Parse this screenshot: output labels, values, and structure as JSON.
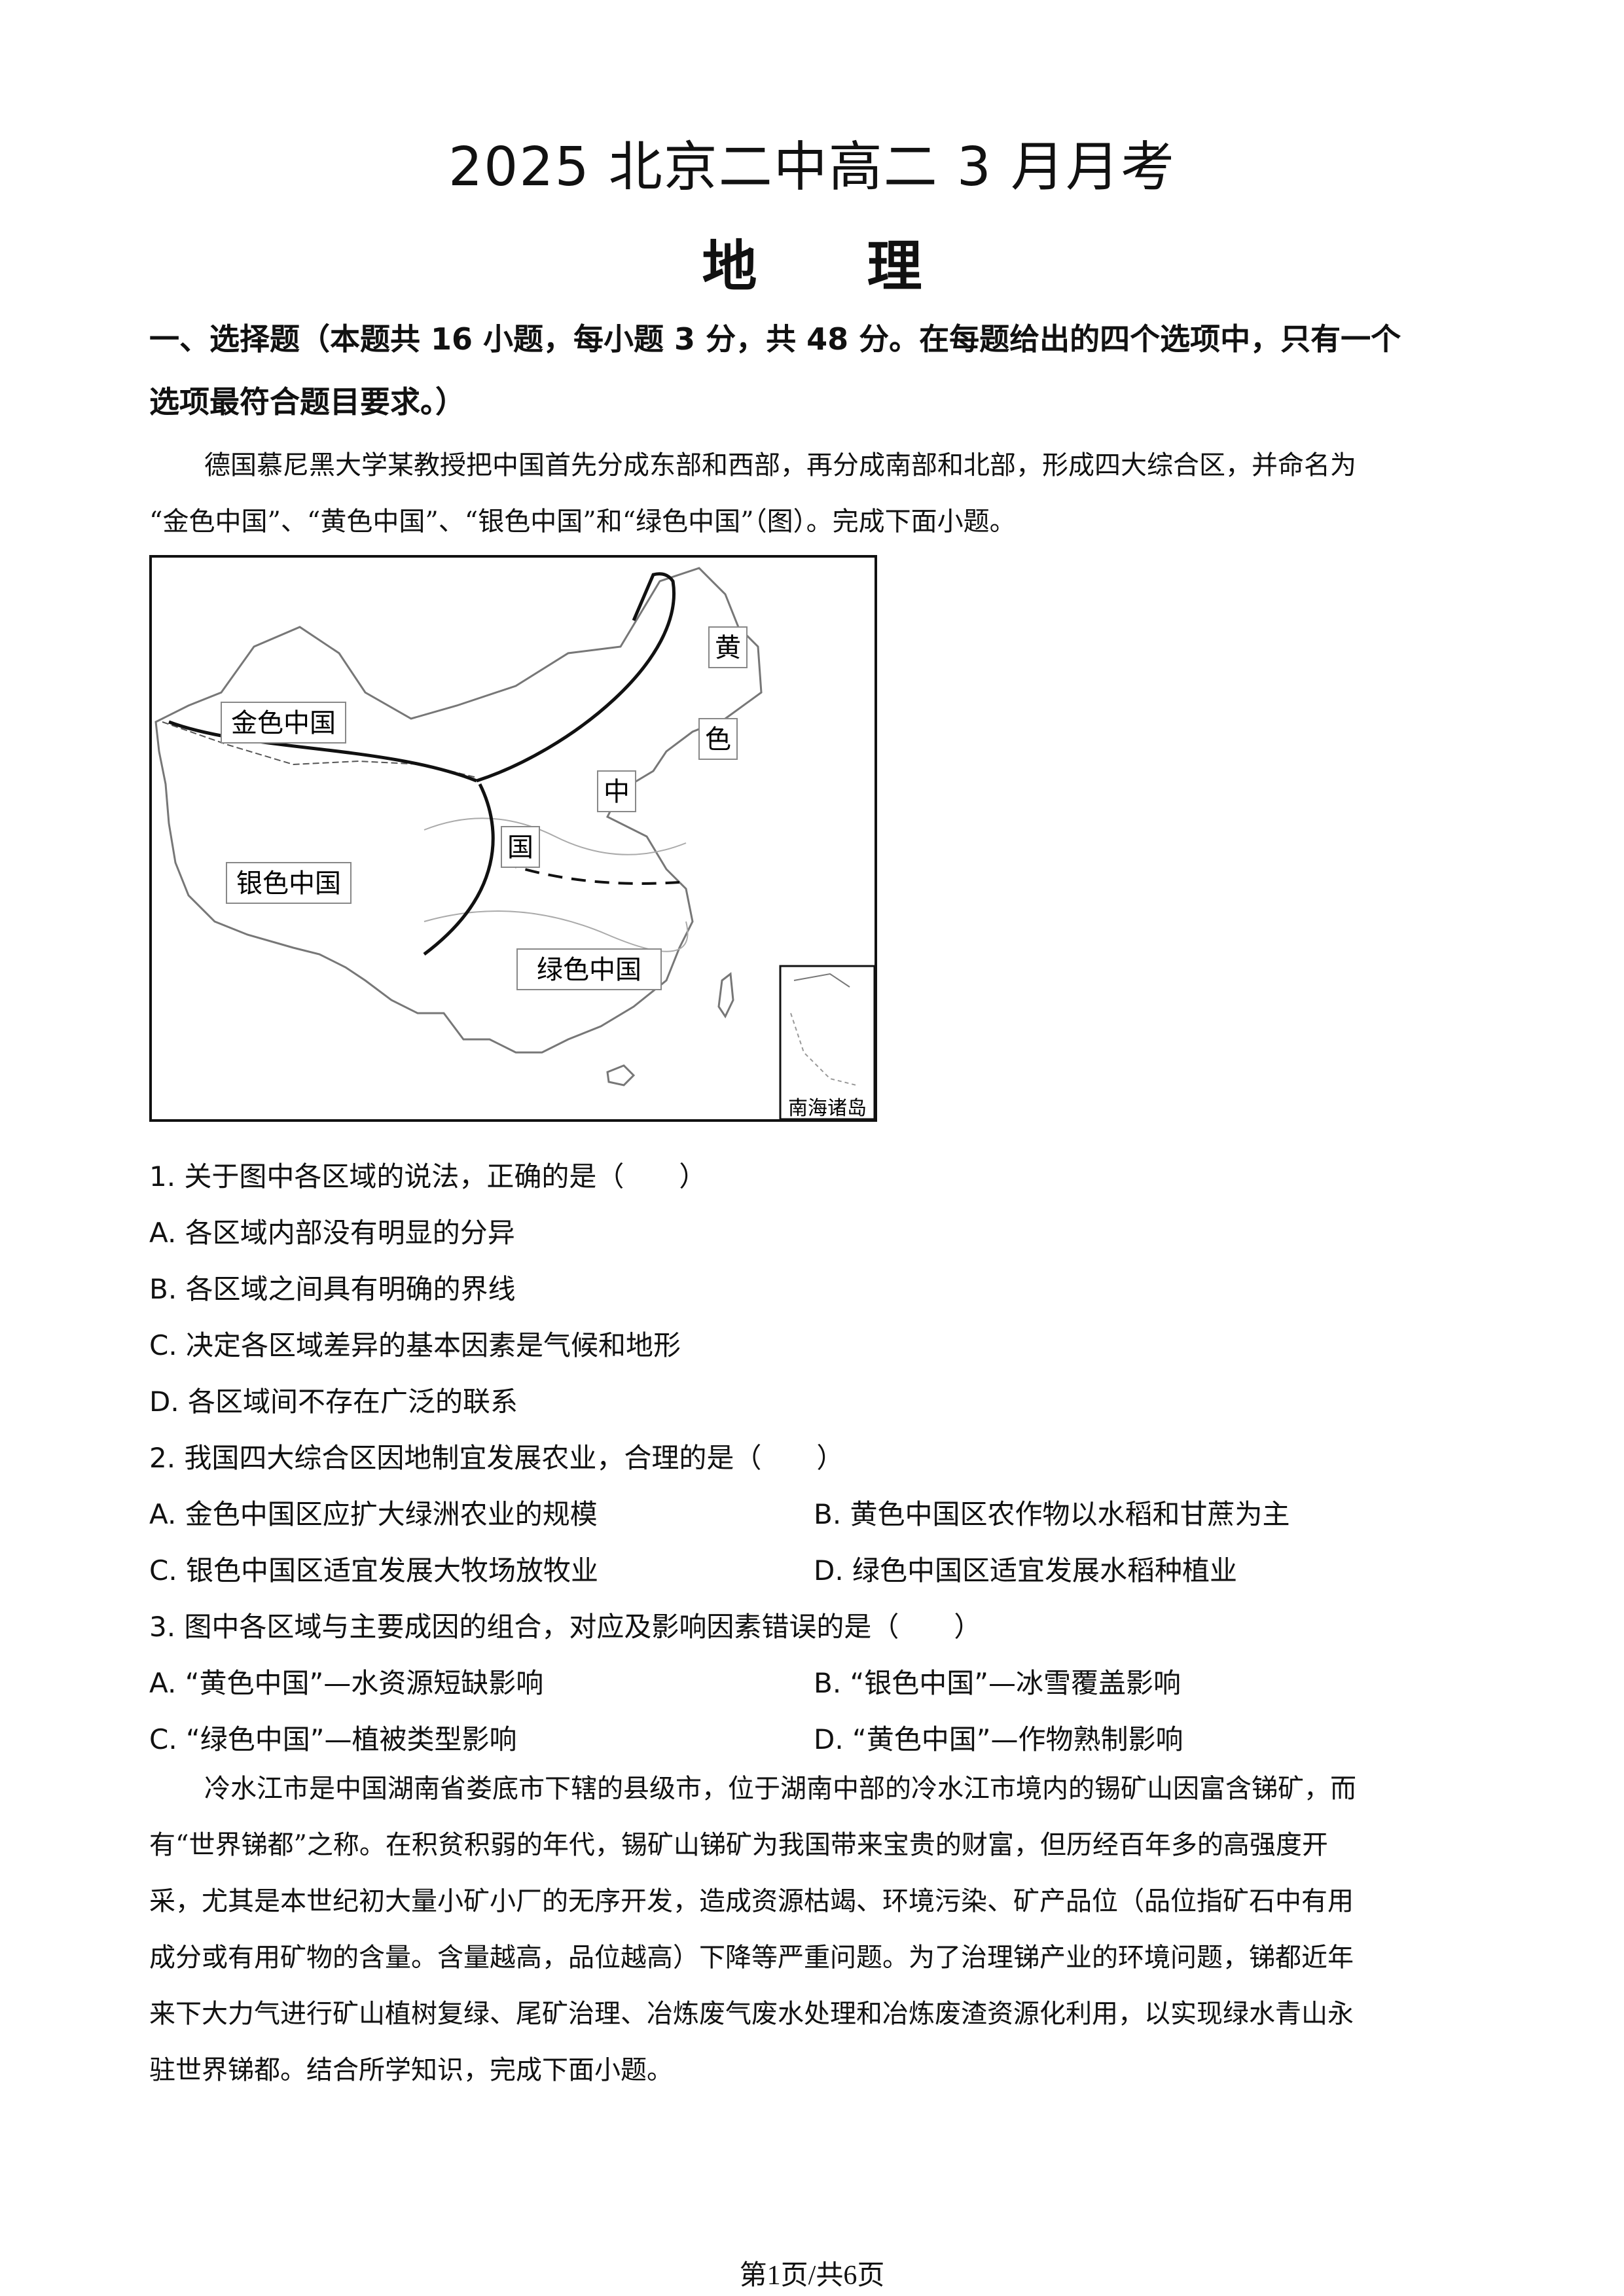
{
  "header": {
    "title": "2025 北京二中高二 3 月月考",
    "subject": "地　　理"
  },
  "section1": {
    "heading_line1": "一、选择题（本题共 16 小题，每小题 3 分，共 48 分。在每题给出的四个选项中，只有一个",
    "heading_line2": "选项最符合题目要求。）"
  },
  "intro1": {
    "line1": "德国慕尼黑大学某教授把中国首先分成东部和西部，再分成南部和北部，形成四大综合区，并命名为",
    "line2": "“金色中国”、“黄色中国”、“银色中国”和“绿色中国”（图）。完成下面小题。"
  },
  "map": {
    "labels": {
      "gold": "金色中国",
      "silver": "银色中国",
      "green": "绿色中国",
      "yellow_1": "黄",
      "yellow_2": "色",
      "yellow_3": "中",
      "yellow_4": "国",
      "inset": "南海诸岛"
    }
  },
  "questions": [
    {
      "stem": "1. 关于图中各区域的说法，正确的是（　　）",
      "options": [
        "A. 各区域内部没有明显的分异",
        "B. 各区域之间具有明确的界线",
        "C. 决定各区域差异的基本因素是气候和地形",
        "D. 各区域间不存在广泛的联系"
      ]
    },
    {
      "stem": "2. 我国四大综合区因地制宜发展农业，合理的是（　　）",
      "options": [
        "A. 金色中国区应扩大绿洲农业的规模",
        "B. 黄色中国区农作物以水稻和甘蔗为主",
        "C. 银色中国区适宜发展大牧场放牧业",
        "D. 绿色中国区适宜发展水稻种植业"
      ]
    },
    {
      "stem": "3. 图中各区域与主要成因的组合，对应及影响因素错误的是（　　）",
      "options": [
        "A. “黄色中国”—水资源短缺影响",
        "B. “银色中国”—冰雪覆盖影响",
        "C. “绿色中国”—植被类型影响",
        "D. “黄色中国”—作物熟制影响"
      ]
    }
  ],
  "intro2": {
    "lines": [
      "冷水江市是中国湖南省娄底市下辖的县级市，位于湖南中部的冷水江市境内的锡矿山因富含锑矿，而",
      "有“世界锑都”之称。在积贫积弱的年代，锡矿山锑矿为我国带来宝贵的财富，但历经百年多的高强度开",
      "采，尤其是本世纪初大量小矿小厂的无序开发，造成资源枯竭、环境污染、矿产品位（品位指矿石中有用",
      "成分或有用矿物的含量。含量越高，品位越高）下降等严重问题。为了治理锑产业的环境问题，锑都近年",
      "来下大力气进行矿山植树复绿、尾矿治理、冶炼废气废水处理和冶炼废渣资源化利用，以实现绿水青山永",
      "驻世界锑都。结合所学知识，完成下面小题。"
    ]
  },
  "footer": {
    "page": "第1页/共6页"
  }
}
